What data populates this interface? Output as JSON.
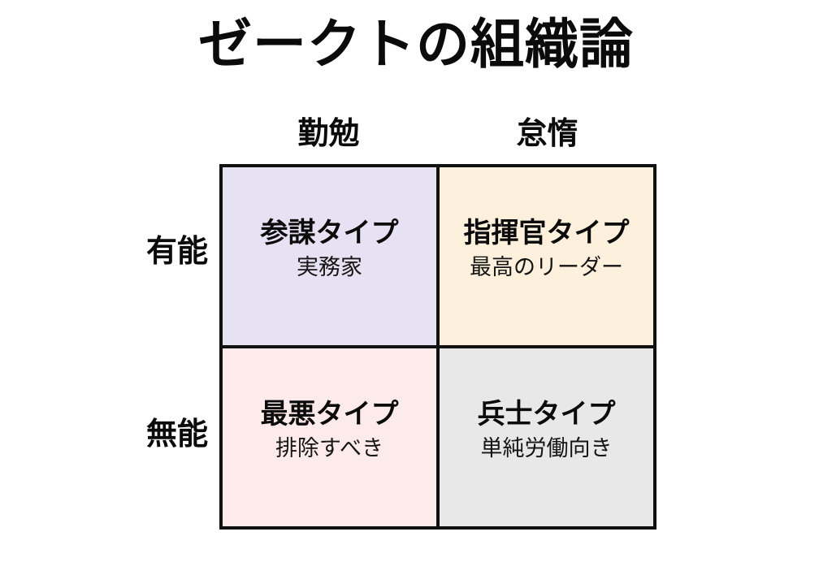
{
  "title": "ゼークトの組織論",
  "background_color": "#ffffff",
  "border_color": "#111111",
  "axes": {
    "columns": [
      {
        "label": "勤勉"
      },
      {
        "label": "怠惰"
      }
    ],
    "rows": [
      {
        "label": "有能"
      },
      {
        "label": "無能"
      }
    ]
  },
  "quadrants": [
    {
      "id": "capable-diligent",
      "title": "参謀タイプ",
      "subtitle": "実務家",
      "color": "#e7e2f3"
    },
    {
      "id": "capable-lazy",
      "title": "指揮官タイプ",
      "subtitle": "最高のリーダー",
      "color": "#fdf0dc"
    },
    {
      "id": "incapable-diligent",
      "title": "最悪タイプ",
      "subtitle": "排除すべき",
      "color": "#fdeaea"
    },
    {
      "id": "incapable-lazy",
      "title": "兵士タイプ",
      "subtitle": "単純労働向き",
      "color": "#e8e8e8"
    }
  ]
}
